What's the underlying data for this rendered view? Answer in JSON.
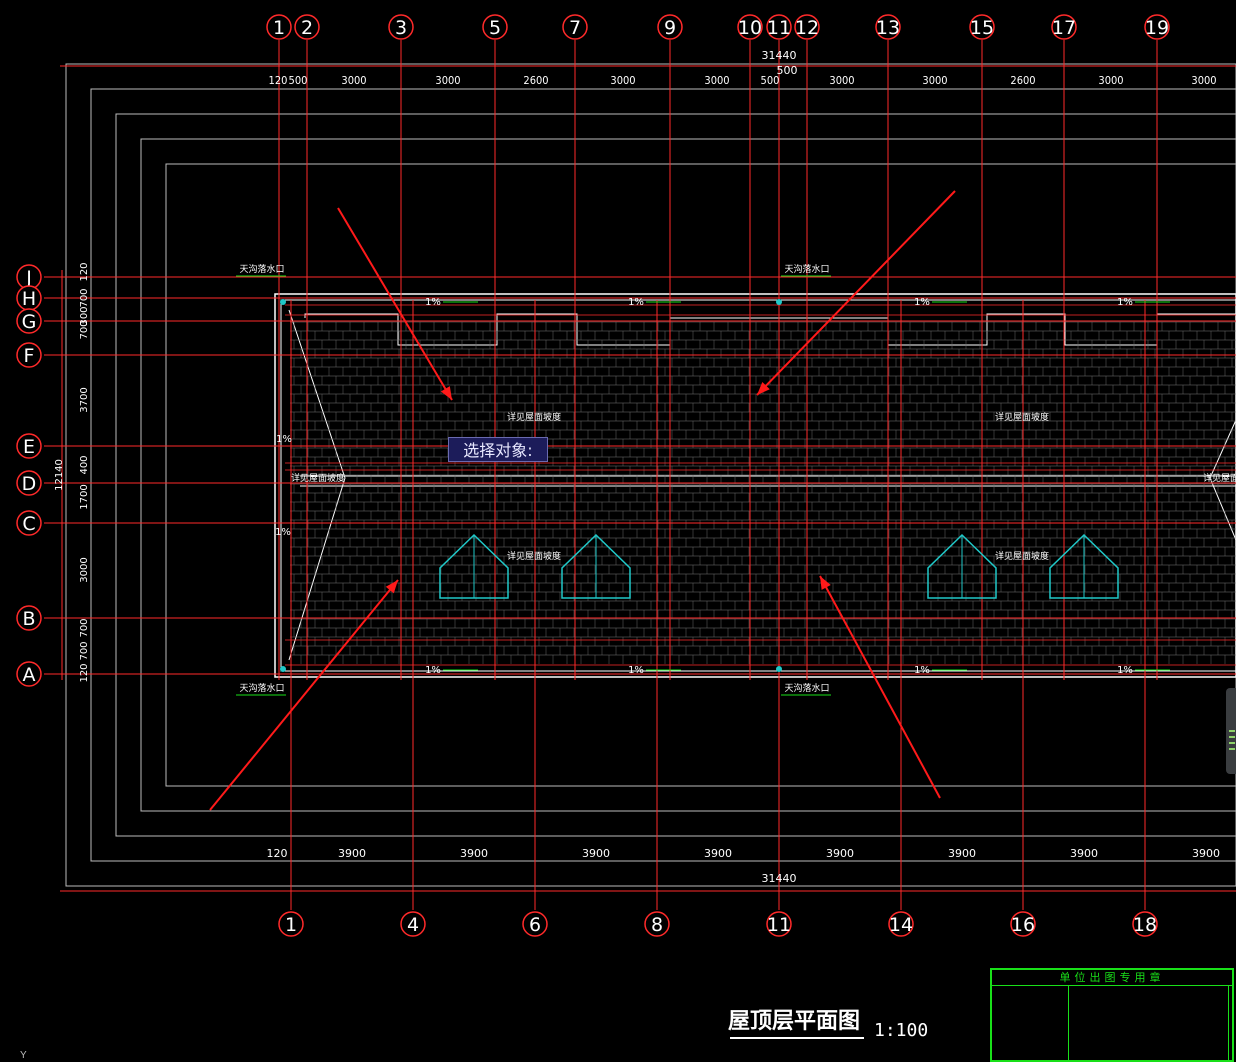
{
  "top_axes": [
    "1",
    "2",
    "3",
    "5",
    "7",
    "9",
    "10",
    "11",
    "12",
    "13",
    "15",
    "17",
    "19"
  ],
  "bottom_axes": [
    "1",
    "4",
    "6",
    "8",
    "11",
    "14",
    "16",
    "18"
  ],
  "row_axes": [
    "J",
    "H",
    "G",
    "F",
    "E",
    "D",
    "C",
    "B",
    "A"
  ],
  "top_total": "31440",
  "top_sub": "500",
  "top_dims": [
    "120",
    "500",
    "3000",
    "3000",
    "2600",
    "3000",
    "3000",
    "500",
    "3000",
    "3000",
    "2600",
    "3000",
    "3000"
  ],
  "bottom_dims": [
    "120",
    "3900",
    "3900",
    "3900",
    "3900",
    "3900",
    "3900",
    "3900",
    "3900"
  ],
  "bottom_total": "31440",
  "left_dims": [
    "120",
    "700",
    "300",
    "700",
    "3700",
    "400",
    "1700",
    "3000",
    "700",
    "700",
    "120"
  ],
  "left_total": "12140",
  "slope_label": "1%",
  "drain_label": "天沟落水口",
  "slope_note": "详见屋面坡度",
  "command_tip": "选择对象:",
  "drawing_title": "屋顶层平面图",
  "drawing_scale": "1:100",
  "title_block_header": "单位出图专用章",
  "y_axis_mark": "Y",
  "colors": {
    "background": "#000000",
    "axis": "#ff2a2a",
    "outline": "#ffffff",
    "dim_text": "#ffffff",
    "slope_arrow": "#19e019",
    "dormer": "#20c8c8",
    "annotation_arrow": "#ff1a1a",
    "title_block": "#19e019"
  }
}
